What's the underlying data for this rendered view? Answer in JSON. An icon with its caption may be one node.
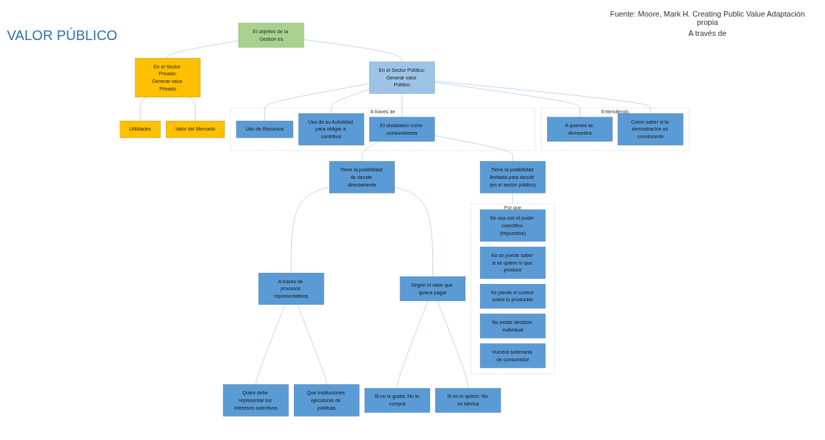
{
  "diagram": {
    "title": "VALOR PÚBLICO",
    "nodes": [
      {
        "text": [
          "El objetivo de la Gestión es"
        ]
      },
      {
        "text": [
          "En el Sector Privado:",
          "Generar valor Privado"
        ]
      },
      {
        "text": [
          "En el Sector Público:",
          "Generar valor Público"
        ]
      },
      {
        "text": [
          "Utilidades"
        ]
      },
      {
        "text": [
          "Valor del Mercado"
        ]
      },
      {
        "text": [
          "A través de"
        ]
      },
      {
        "text": [
          "Uso de Recursos"
        ],
        "in": 5
      },
      {
        "text": [
          "Uso de su Autoridad para obligar a contribuir"
        ],
        "in": 5
      },
      {
        "text": [
          "El ciudadano como consumidores"
        ],
        "in": 5
      },
      {
        "text": [
          "Entendiendo"
        ]
      },
      {
        "text": [
          "A quienes se demuestra"
        ],
        "in": 9
      },
      {
        "text": [
          "Como saber si la demostración es convincente"
        ],
        "in": 9
      },
      {
        "text": [
          "Tiene la posibilidad de decidir directamente"
        ]
      },
      {
        "text": [
          "Tiene la posibilidad limitada para decidir (en el sector público)"
        ]
      },
      {
        "text": [
          "Por que"
        ]
      },
      {
        "text": [
          "Se usa con el poder coercitivo (impuestos)"
        ],
        "in": 14
      },
      {
        "text": [
          "No se puede saber si se quiere lo que produce"
        ],
        "in": 14
      },
      {
        "text": [
          "Se pierde el control sobre lo producido"
        ],
        "in": 14
      },
      {
        "text": [
          "No existe decisión individual"
        ],
        "in": 14
      },
      {
        "text": [
          "Vulnera soberania de consumidor"
        ],
        "in": 14
      },
      {
        "text": [
          "A través de procesos representativos"
        ]
      },
      {
        "text": [
          "Según el valor que quiera pagar"
        ]
      },
      {
        "text": [
          "Quien debe representar los intereses colectivos"
        ]
      },
      {
        "text": [
          "Que instituciones ejecutoras de políticas"
        ]
      },
      {
        "text": [
          "Si no le gusta: No lo compra"
        ]
      },
      {
        "text": [
          "Si no lo quiere: No se fabrica"
        ]
      }
    ],
    "edges": [
      {
        "from": 0,
        "to": 1,
        "arrow": "none"
      },
      {
        "from": 0,
        "to": 2,
        "arrow": "none"
      },
      {
        "from": 1,
        "to": 3,
        "arrow": "none"
      },
      {
        "from": 1,
        "to": 4,
        "arrow": "none"
      },
      {
        "from": 2,
        "to": 6,
        "arrow": "none"
      },
      {
        "from": 2,
        "to": 7,
        "arrow": "none"
      },
      {
        "from": 2,
        "to": 8,
        "arrow": "none"
      },
      {
        "from": 2,
        "to": 10,
        "arrow": "none"
      },
      {
        "from": 2,
        "to": 11,
        "arrow": "none"
      },
      {
        "from": 8,
        "to": 12,
        "arrow": "none"
      },
      {
        "from": 8,
        "to": 13,
        "arrow": "none"
      },
      {
        "from": 13,
        "to": 14,
        "arrow": "none"
      },
      {
        "from": 12,
        "to": 20,
        "arrow": "none"
      },
      {
        "from": 12,
        "to": 21,
        "arrow": "none"
      },
      {
        "from": 20,
        "to": 22,
        "arrow": "none"
      },
      {
        "from": 20,
        "to": 23,
        "arrow": "none"
      },
      {
        "from": 21,
        "to": 24,
        "arrow": "none"
      },
      {
        "from": 21,
        "to": 25,
        "arrow": "none"
      }
    ],
    "labels": [
      "Fuente: Moore, Mark H. Creating Public Value Adaptación propia",
      "A través de"
    ]
  }
}
